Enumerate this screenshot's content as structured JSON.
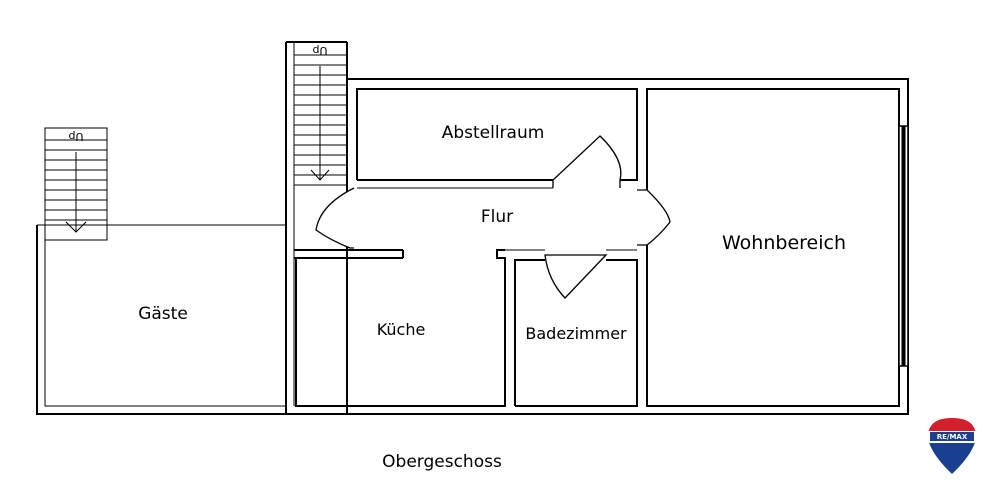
{
  "floor": {
    "title": "Obergeschoss",
    "rooms": {
      "abstellraum": "Abstellraum",
      "flur": "Flur",
      "wohnbereich": "Wohnbereich",
      "gaeste": "Gäste",
      "kueche": "Küche",
      "badezimmer": "Badezimmer"
    },
    "stairs": {
      "left_label": "Up",
      "middle_label": "Up"
    }
  },
  "logo": {
    "text": "RE/MAX",
    "colors": {
      "red": "#d4202c",
      "blue": "#1a3f8f",
      "white": "#ffffff"
    }
  }
}
